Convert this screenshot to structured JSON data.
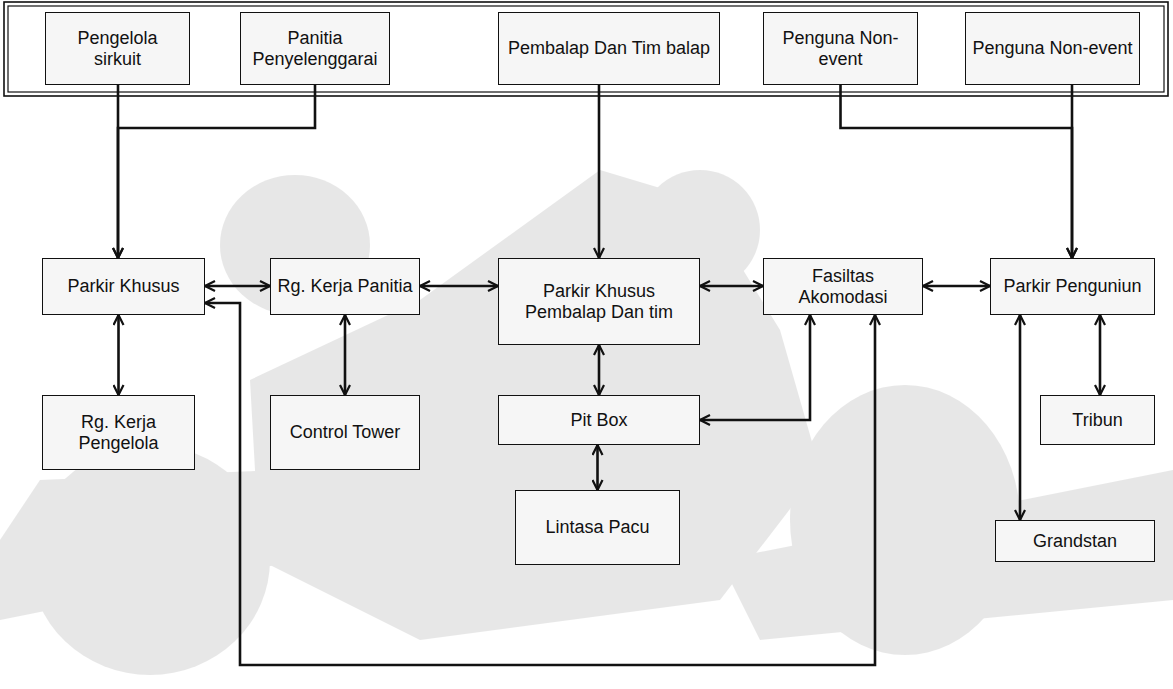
{
  "diagram": {
    "nodes": [
      {
        "text": [
          "Pengelola sirkuit"
        ]
      },
      {
        "text": [
          "Panitia Penyelenggarai"
        ]
      },
      {
        "text": [
          "Pembalap Dan Tim balap"
        ]
      },
      {
        "text": [
          "Penguna Non-event"
        ]
      },
      {
        "text": [
          "Penguna Non-event"
        ]
      },
      {
        "text": [
          "Parkir Khusus"
        ]
      },
      {
        "text": [
          "Rg. Kerja Panitia"
        ]
      },
      {
        "text": [
          "Parkir Khusus Pembalap Dan tim"
        ]
      },
      {
        "text": [
          "Fasiltas Akomodasi"
        ]
      },
      {
        "text": [
          "Parkir Penguniun"
        ]
      },
      {
        "text": [
          "Rg. Kerja Pengelola"
        ]
      },
      {
        "text": [
          "Control Tower"
        ]
      },
      {
        "text": [
          "Pit Box"
        ]
      },
      {
        "text": [
          "Tribun"
        ]
      },
      {
        "text": [
          "Lintasa Pacu"
        ]
      },
      {
        "text": [
          "Grandstan"
        ]
      }
    ],
    "edges": [
      {
        "from": 0,
        "to": 5,
        "arrow": "to"
      },
      {
        "from": 1,
        "to": 5,
        "arrow": "to"
      },
      {
        "from": 2,
        "to": 7,
        "arrow": "to"
      },
      {
        "from": 3,
        "to": 9,
        "arrow": "to"
      },
      {
        "from": 4,
        "to": 9,
        "arrow": "to"
      },
      {
        "from": 5,
        "to": 6,
        "arrow": "both"
      },
      {
        "from": 6,
        "to": 7,
        "arrow": "both"
      },
      {
        "from": 7,
        "to": 8,
        "arrow": "both"
      },
      {
        "from": 8,
        "to": 9,
        "arrow": "both"
      },
      {
        "from": 5,
        "to": 10,
        "arrow": "both"
      },
      {
        "from": 6,
        "to": 11,
        "arrow": "both"
      },
      {
        "from": 7,
        "to": 12,
        "arrow": "both"
      },
      {
        "from": 12,
        "to": 14,
        "arrow": "both"
      },
      {
        "from": 8,
        "to": 12,
        "arrow": "both"
      },
      {
        "from": 9,
        "to": 13,
        "arrow": "both"
      },
      {
        "from": 9,
        "to": 15,
        "arrow": "both"
      },
      {
        "from": 8,
        "to": 5,
        "arrow": "both"
      }
    ]
  }
}
